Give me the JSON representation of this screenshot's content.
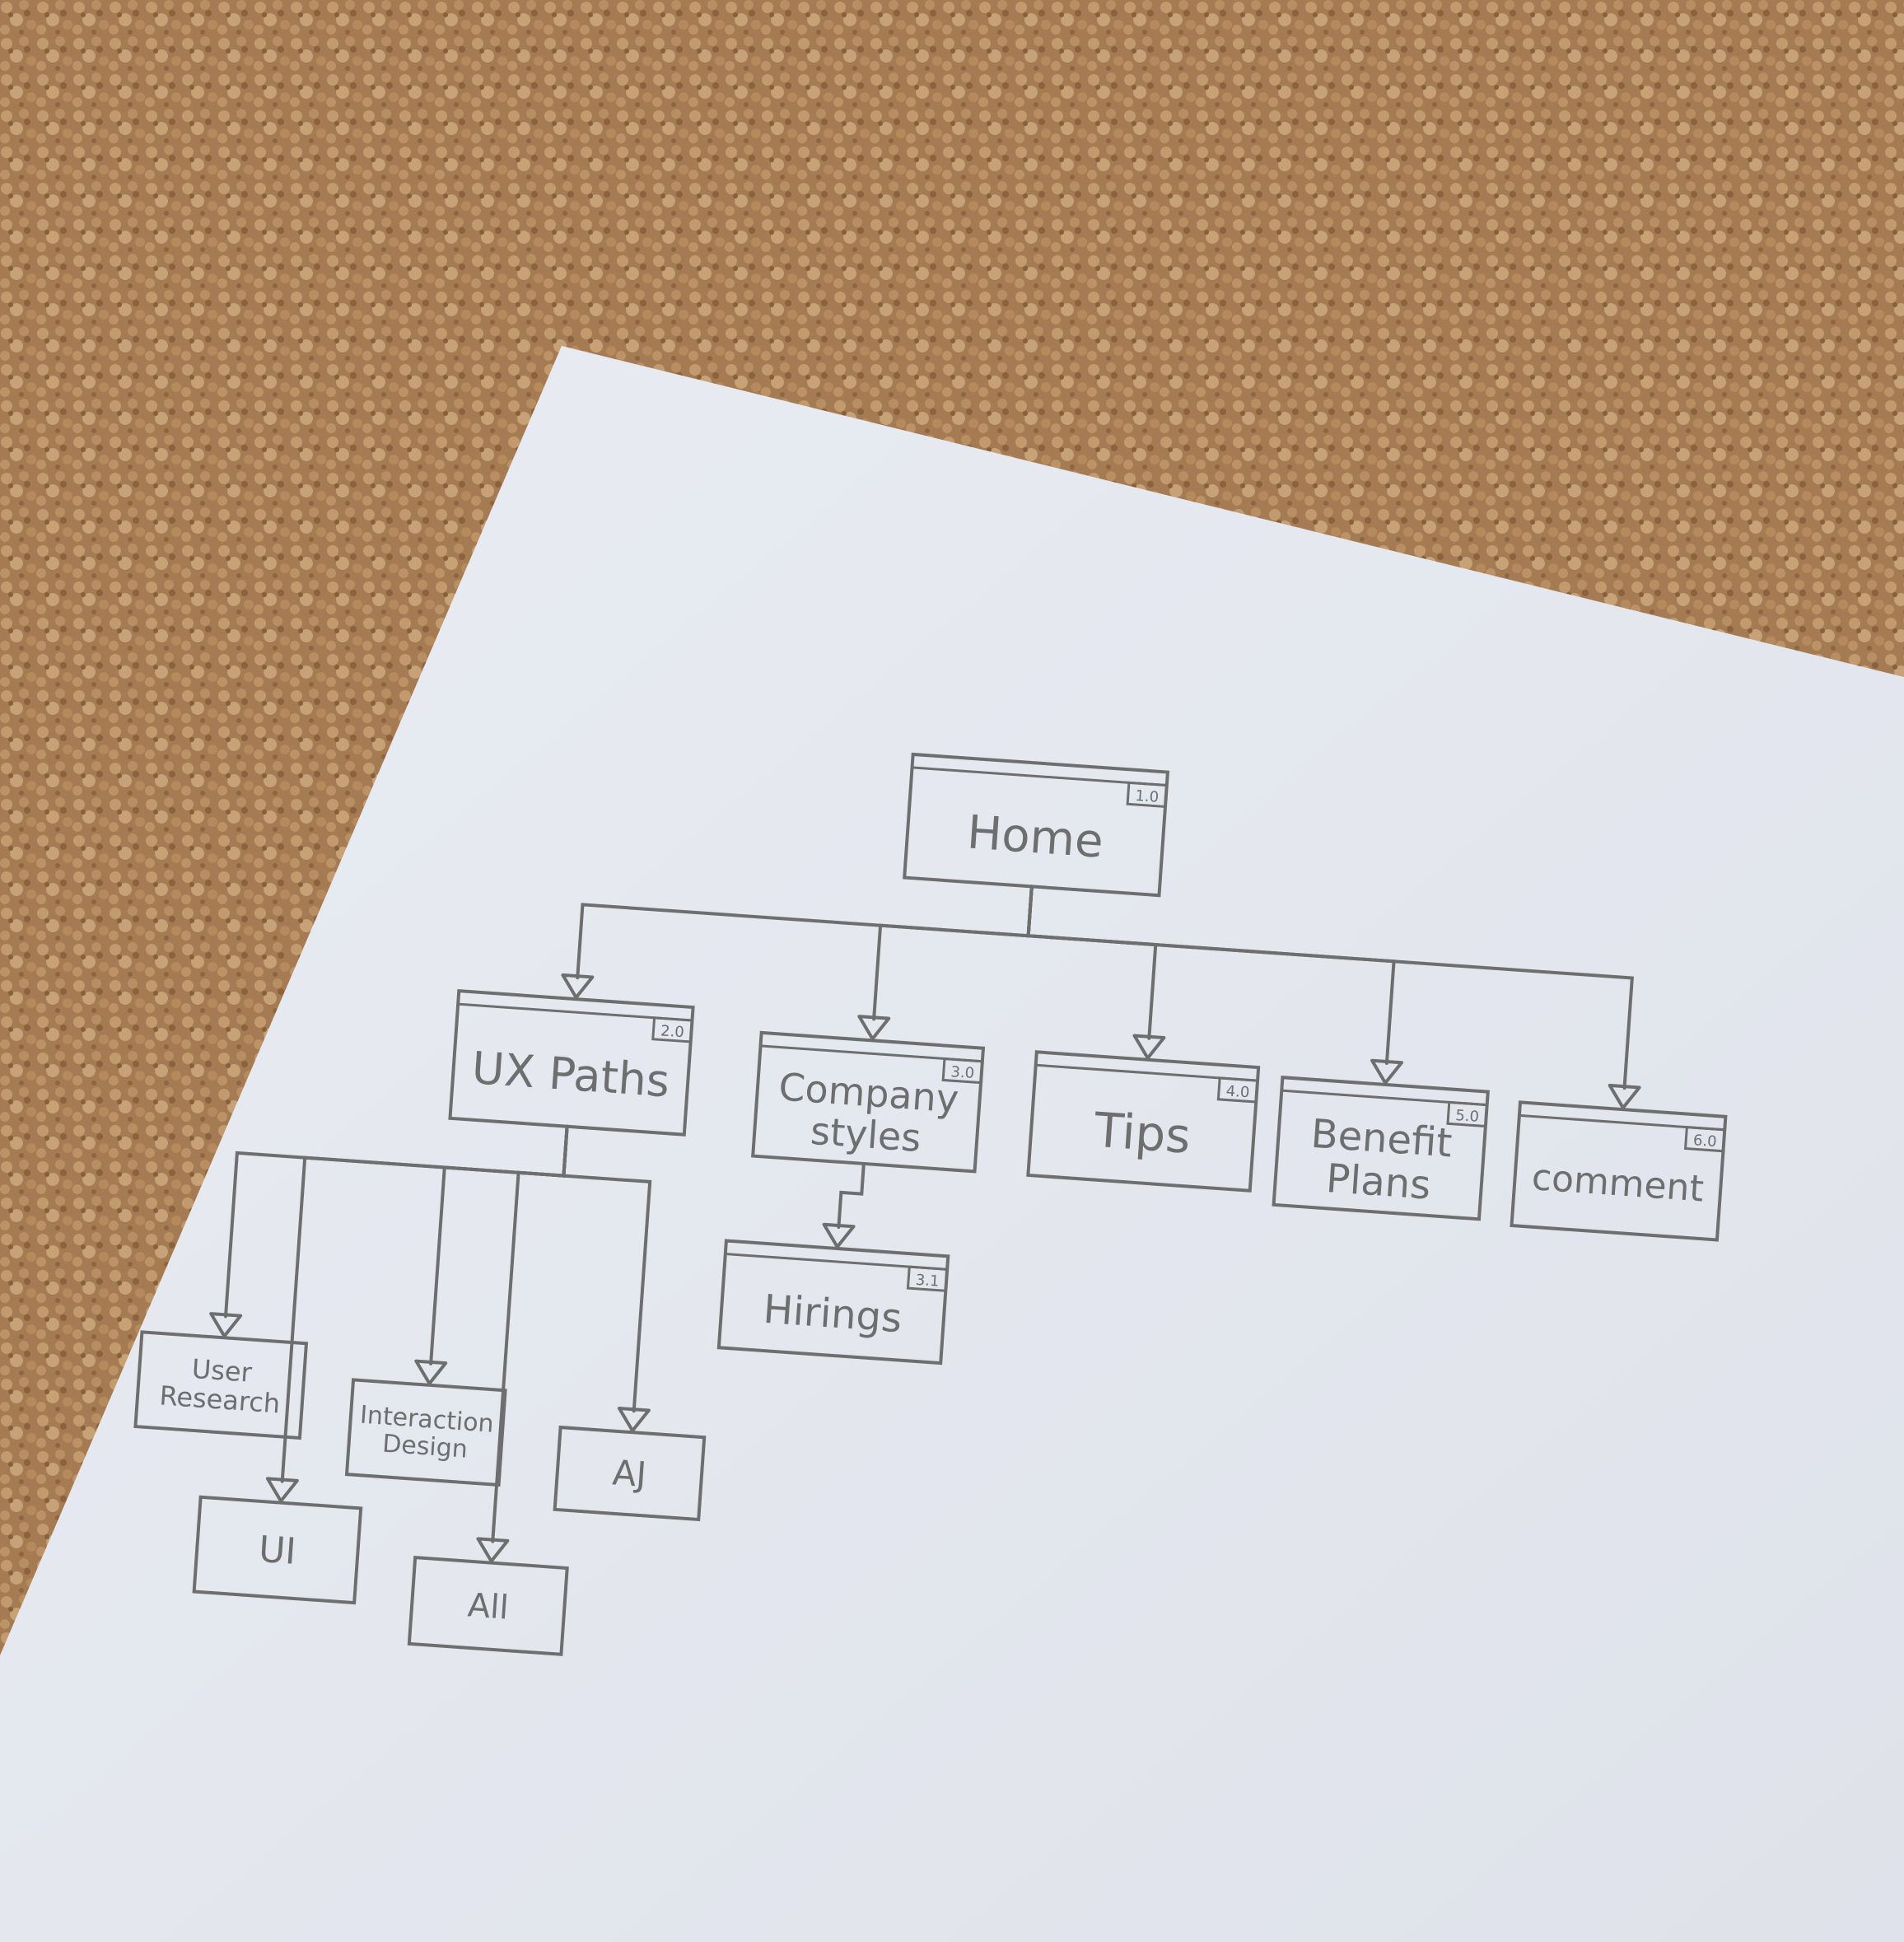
{
  "diagram": {
    "nodes": {
      "home": {
        "label_lines": [
          "Home"
        ],
        "number": "1.0"
      },
      "ux_paths": {
        "label_lines": [
          "UX Paths"
        ],
        "number": "2.0"
      },
      "company_styles": {
        "label_lines": [
          "Company",
          "styles"
        ],
        "number": "3.0"
      },
      "hirings": {
        "label_lines": [
          "Hirings"
        ],
        "number": "3.1"
      },
      "tips": {
        "label_lines": [
          "Tips"
        ],
        "number": "4.0"
      },
      "benefit_plans": {
        "label_lines": [
          "Benefit",
          "Plans"
        ],
        "number": "5.0"
      },
      "comment": {
        "label_lines": [
          "comment"
        ],
        "number": "6.0"
      },
      "user_research": {
        "label_lines": [
          "User",
          "Research"
        ]
      },
      "ui": {
        "label_lines": [
          "UI"
        ]
      },
      "interaction_design": {
        "label_lines": [
          "Interaction",
          "Design"
        ]
      },
      "all": {
        "label_lines": [
          "All"
        ]
      },
      "aj": {
        "label_lines": [
          "AJ"
        ]
      }
    },
    "edges": [
      [
        "home",
        "ux_paths"
      ],
      [
        "home",
        "company_styles"
      ],
      [
        "home",
        "tips"
      ],
      [
        "home",
        "benefit_plans"
      ],
      [
        "home",
        "comment"
      ],
      [
        "company_styles",
        "hirings"
      ],
      [
        "ux_paths",
        "user_research"
      ],
      [
        "ux_paths",
        "ui"
      ],
      [
        "ux_paths",
        "interaction_design"
      ],
      [
        "ux_paths",
        "all"
      ],
      [
        "ux_paths",
        "aj"
      ]
    ]
  },
  "colors": {
    "carpet": "#a07850",
    "paper": "#eef0f5",
    "pencil": "#6e6e6e"
  }
}
